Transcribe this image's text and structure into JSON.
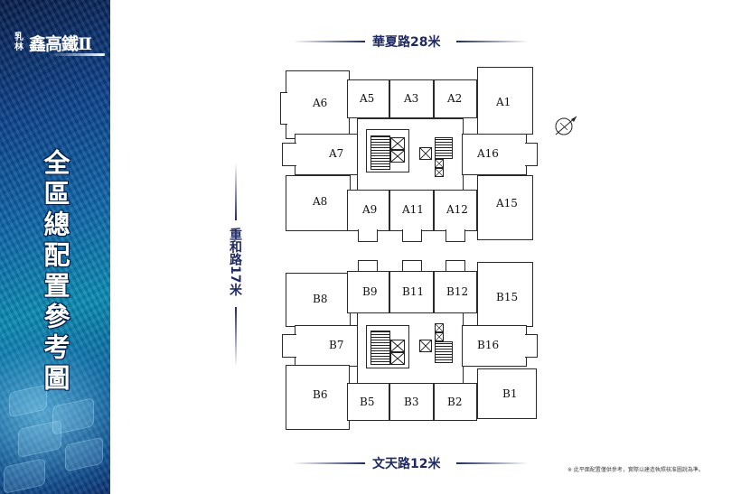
{
  "sidebar": {
    "logo_small": "乳林",
    "logo_main": "鑫高鐵Ⅱ",
    "title": "全區總配置參考圖"
  },
  "roads": {
    "north": "華夏路28米",
    "south": "文天路12米",
    "west": "重和路17米"
  },
  "building_a": {
    "units": [
      "A1",
      "A2",
      "A3",
      "A5",
      "A6",
      "A7",
      "A8",
      "A9",
      "A11",
      "A12",
      "A15",
      "A16"
    ]
  },
  "building_b": {
    "units": [
      "B1",
      "B2",
      "B3",
      "B5",
      "B6",
      "B7",
      "B8",
      "B9",
      "B11",
      "B12",
      "B15",
      "B16"
    ]
  },
  "colors": {
    "road_text": "#1f2a63",
    "road_line": "#1f2a63",
    "sidebar": "#0b3f88"
  },
  "icons": [
    "compass-north-icon",
    "stair-icon",
    "elevator-icon"
  ],
  "footnote": "※ 此平面配置僅供參考，實際以建造執照核准圖說為準。"
}
